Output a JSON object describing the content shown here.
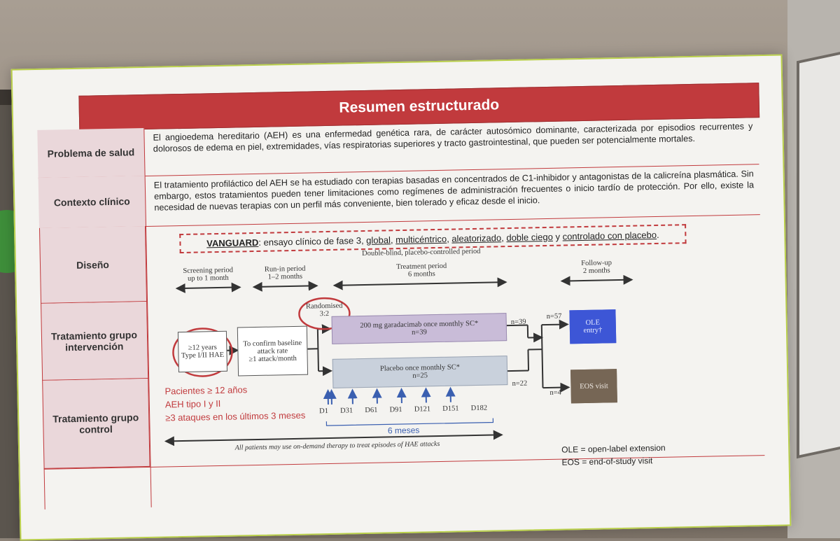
{
  "slide": {
    "title": "Resumen estructurado",
    "rows": {
      "problema": {
        "label": "Problema de salud",
        "text": "El angioedema hereditario (AEH) es una enfermedad genética rara, de carácter autosómico dominante, caracterizada por episodios recurrentes y dolorosos de edema en piel, extremidades, vías respiratorias superiores y tracto gastrointestinal, que pueden ser potencialmente mortales."
      },
      "contexto": {
        "label": "Contexto clínico",
        "text": "El tratamiento profiláctico del AEH se ha estudiado con terapias basadas en concentrados de C1-inhibidor y antagonistas de la calicreína plasmática. Sin embargo, estos tratamientos pueden tener limitaciones como regímenes de administración frecuentes o inicio tardío de protección. Por ello, existe la necesidad de nuevas terapias con un perfil más conveniente, bien tolerado y eficaz desde el inicio."
      },
      "diseno": {
        "label": "Diseño"
      },
      "intervencion": {
        "label": "Tratamiento grupo intervención"
      },
      "control": {
        "label": "Tratamiento grupo control"
      }
    },
    "vanguard": {
      "name": "VANGUARD",
      "prefix": ": ensayo clínico de fase 3, ",
      "t1": "global",
      "t2": "multicéntrico",
      "t3": "aleatorizado",
      "t4": "doble ciego",
      "sep": ", ",
      "and": " y ",
      "t5": "controlado con placebo",
      "end": "."
    },
    "diagram": {
      "double_blind": "Double-blind, placebo-controlled period",
      "screening": "Screening period",
      "screening_dur": "up to 1 month",
      "runin": "Run-in period",
      "runin_dur": "1–2 months",
      "treatment": "Treatment period",
      "treatment_dur": "6 months",
      "followup": "Follow-up",
      "followup_dur": "2 months",
      "randomised": "Randomised",
      "ratio": "3:2",
      "eligibility1": "≥12 years",
      "eligibility2": "Type I/II HAE",
      "confirm1": "To confirm baseline",
      "confirm2": "attack rate",
      "confirm3": "≥1 attack/month",
      "active_arm": "200 mg garadacimab once monthly SC*",
      "active_n": "n=39",
      "placebo_arm": "Placebo once monthly SC*",
      "placebo_n": "n=25",
      "out_active": "n=39",
      "out_placebo": "n=22",
      "n57": "n=57",
      "n4": "n=4",
      "ole": "OLE",
      "ole2": "entry†",
      "eos": "EOS visit",
      "days": [
        "D1",
        "D31",
        "D61",
        "D91",
        "D121",
        "D151",
        "D182"
      ],
      "six_months": "6 meses",
      "pat1": "Pacientes ≥ 12 años",
      "pat2": "AEH tipo I y II",
      "pat3": "≥3 ataques en los últimos 3 meses",
      "ondemand": "All patients may use on-demand therapy to treat episodes of HAE attacks",
      "leg_ole": "OLE = open-label extension",
      "leg_eos": "EOS = end-of-study visit"
    }
  }
}
